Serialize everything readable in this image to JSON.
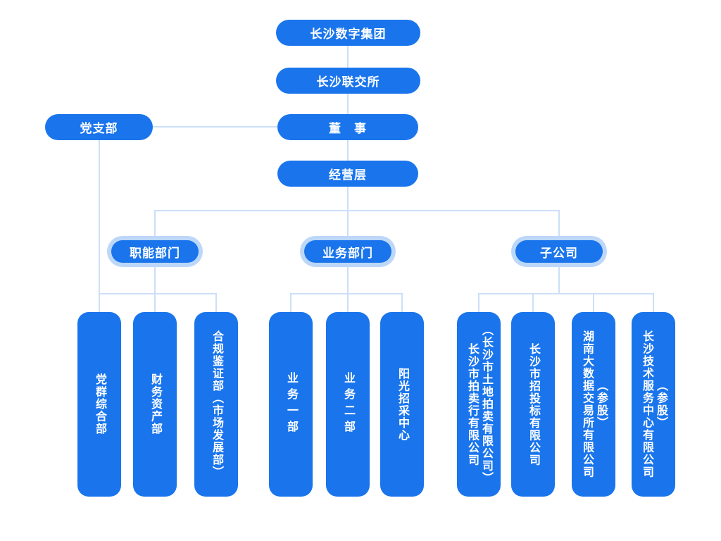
{
  "colors": {
    "node_blue": "#1a75ec",
    "halo_blue": "#bcd7f8",
    "connector_blue": "#ccdff8",
    "text_white": "#ffffff",
    "background": "#ffffff"
  },
  "chart": {
    "root": "长沙数字集团",
    "exchange": "长沙联交所",
    "party_branch": "党支部",
    "directors": "董　事",
    "management": "经营层",
    "groups": [
      {
        "label": "职能部门",
        "children": [
          {
            "lines": [
              "党群综合部"
            ]
          },
          {
            "lines": [
              "财务资产部"
            ]
          },
          {
            "lines": [
              "合规鉴证部（市场发展部）"
            ]
          }
        ]
      },
      {
        "label": "业务部门",
        "children": [
          {
            "lines": [
              "业务一部"
            ]
          },
          {
            "lines": [
              "业务二部"
            ]
          },
          {
            "lines": [
              "阳光招采中心"
            ]
          }
        ]
      },
      {
        "label": "子公司",
        "children": [
          {
            "lines": [
              "（长沙市土地拍卖有限公司）",
              "长沙市拍卖行有限公司"
            ]
          },
          {
            "lines": [
              "长沙市招投标有限公司"
            ]
          },
          {
            "lines": [
              "（参股）",
              "湖南大数据交易所有限公司"
            ]
          },
          {
            "lines": [
              "（参股）",
              "长沙技术服务中心有限公司"
            ]
          }
        ]
      }
    ]
  }
}
